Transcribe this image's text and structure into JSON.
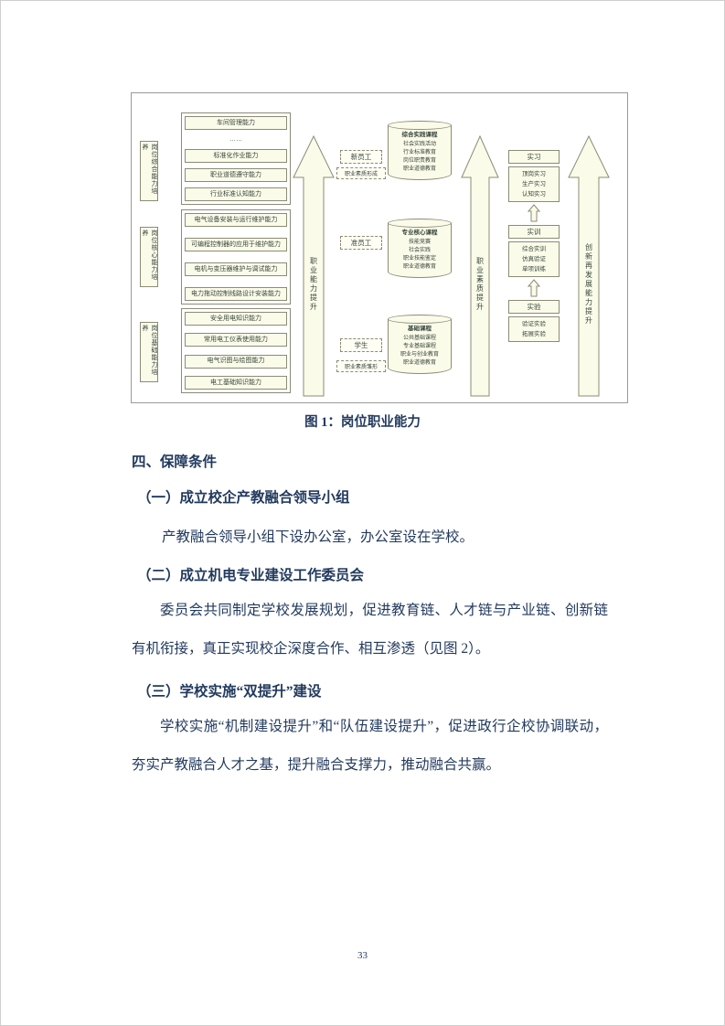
{
  "figure": {
    "caption": "图 1：岗位职业能力",
    "side_labels": [
      "岗位综合能力培养",
      "岗位核心能力培养",
      "岗位基础能力培养"
    ],
    "groups": [
      {
        "boxes": [
          "车间管理能力",
          "……",
          "标准化作业能力",
          "职业道德遵守能力",
          "行业标准认知能力"
        ]
      },
      {
        "boxes": [
          "电气设备安装与运行维护能力",
          "可编程控制器的应用于维护能力",
          "电机与变压器维护与调试能力",
          "电力拖动控制线路设计安装能力"
        ]
      },
      {
        "boxes": [
          "安全用电知识能力",
          "常用电工仪表使用能力",
          "电气识图与绘图能力",
          "电工基础知识能力"
        ]
      }
    ],
    "arrows": [
      "职业能力提升",
      "职业素质提升",
      "创新再发展能力提升"
    ],
    "stages": [
      {
        "label": "新员工",
        "sub": "职业素质形成"
      },
      {
        "label": "准员工"
      },
      {
        "label": "学生",
        "sub": "职业素质雏形"
      }
    ],
    "cylinders": [
      {
        "title": "综合实践课程",
        "lines": [
          "社会实践活动",
          "行业标准教育",
          "岗位职责教育",
          "职业道德教育"
        ]
      },
      {
        "title": "专业核心课程",
        "lines": [
          "技能竞赛",
          "社会实践",
          "职业技能鉴定",
          "职业道德教育"
        ]
      },
      {
        "title": "基础课程",
        "lines": [
          "公共基础课程",
          "专业基础课程",
          "职业与创业教育",
          "职业道德教育"
        ]
      }
    ],
    "practice": [
      {
        "title": "实习",
        "lines": [
          "顶岗实习",
          "生产实习",
          "认知实习"
        ]
      },
      {
        "title": "实训",
        "lines": [
          "综合实训",
          "仿真验证",
          "单项训练"
        ]
      },
      {
        "title": "实验",
        "lines": [
          "验证实验",
          "拓展实验"
        ]
      }
    ]
  },
  "doc": {
    "heading": "四、保障条件",
    "sections": [
      {
        "title": "（一）成立校企产教融合领导小组",
        "body": "产教融合领导小组下设办公室，办公室设在学校。"
      },
      {
        "title": "（二）成立机电专业建设工作委员会",
        "body": "委员会共同制定学校发展规划，促进教育链、人才链与产业链、创新链有机衔接，真正实现校企深度合作、相互渗透（见图 2）。"
      },
      {
        "title": "（三）学校实施“双提升”建设",
        "body": "学校实施“机制建设提升”和“队伍建设提升”，促进政行企校协调联动，夯实产教融合人才之基，提升融合支撑力，推动融合共赢。"
      }
    ],
    "page_number": "33"
  },
  "colors": {
    "box_fill": "#fbfbe9",
    "box_border": "#8b8b76",
    "doc_text": "#223a5e"
  }
}
